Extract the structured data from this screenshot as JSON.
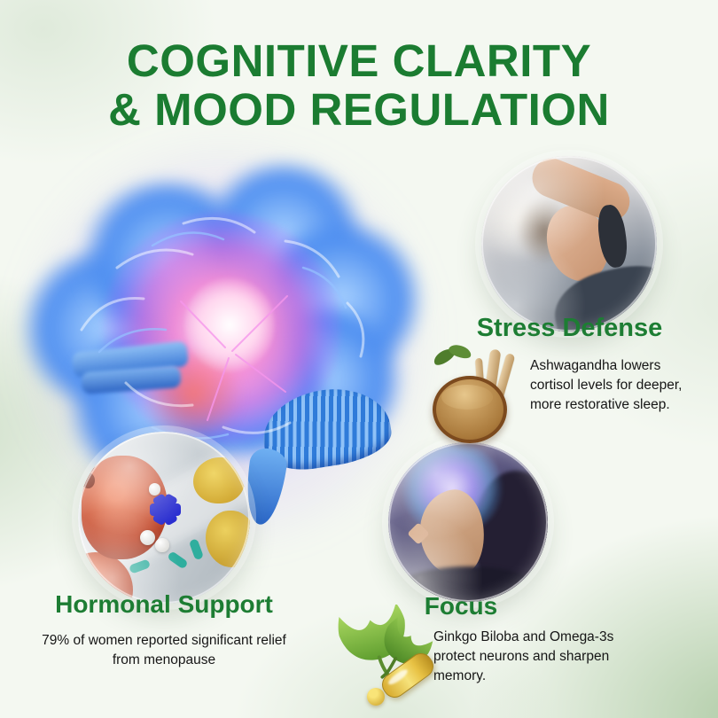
{
  "title": {
    "line1": "COGNITIVE CLARITY",
    "line2": "& MOOD REGULATION"
  },
  "sections": {
    "stress": {
      "heading": "Stress Defense",
      "body": "Ashwagandha lowers cortisol levels for deeper, more restorative sleep."
    },
    "hormonal": {
      "heading": "Hormonal Support",
      "body": "79% of women reported significant relief from menopause"
    },
    "focus": {
      "heading": "Focus",
      "body": "Ginkgo Biloba and Omega-3s protect neurons and sharpen memory."
    }
  },
  "images": {
    "hero": "glowing-brain-illustration",
    "stress_photo": "woman resting with hand on forehead",
    "stress_icon": "ashwagandha roots and powder bowl",
    "hormonal_photo": "microscopic hormone cells",
    "focus_photo": "woman profile with glowing brain",
    "focus_icon": "ginkgo leaves and omega-3 capsule"
  },
  "colors": {
    "heading_green": "#1d7d33",
    "title_green": "#1b7c31",
    "body_text": "#161616",
    "background_tint": "#f4f8f1"
  }
}
